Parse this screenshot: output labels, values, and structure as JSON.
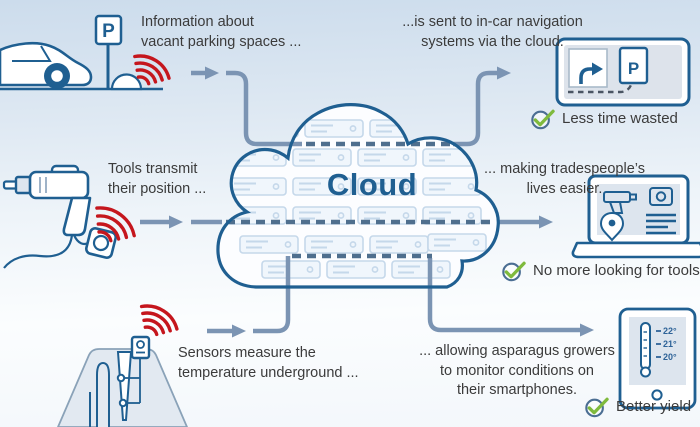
{
  "cloud": {
    "label": "Cloud"
  },
  "flows": {
    "parking": {
      "source_text": "Information about\nvacant parking spaces ...",
      "result_text": "...is sent to in-car navigation\nsystems via the cloud.",
      "benefit_text": "Less time wasted",
      "sign_letter": "P"
    },
    "tools": {
      "source_text": "Tools transmit\ntheir position ...",
      "result_text": "... making tradespeople’s\nlives easier.",
      "benefit_text": "No more looking for tools"
    },
    "sensors": {
      "source_text": "Sensors measure the\ntemperature underground ...",
      "result_text": "... allowing asparagus growers\nto monitor conditions on\ntheir smartphones.",
      "benefit_text": "Better yield"
    }
  },
  "nav_display": {
    "parking_letter": "P"
  },
  "phone": {
    "temperature_labels": [
      "22°",
      "21°",
      "20°"
    ]
  },
  "colors": {
    "dark_blue": "#1f5f91",
    "steel_blue": "#7b94b3",
    "dash_blue": "#4f6f8e",
    "signal_red": "#c5161d",
    "check_green": "#7fba3d",
    "text": "#3b3b3b"
  }
}
